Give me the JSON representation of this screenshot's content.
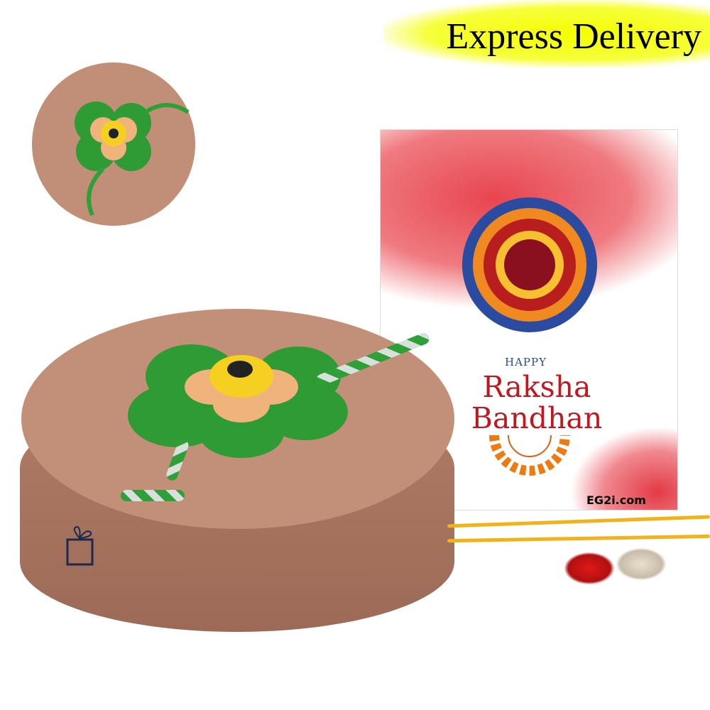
{
  "banner": {
    "text": "Express Delivery"
  },
  "card": {
    "happy": "HAPPY",
    "title_line1": "Raksha",
    "title_line2": "Bandhan",
    "watermark": "EG2i.com"
  },
  "colors": {
    "banner": "#f4ff00",
    "card_title": "#c4161c",
    "happy": "#2a4b8a",
    "cake": "#c29079"
  }
}
